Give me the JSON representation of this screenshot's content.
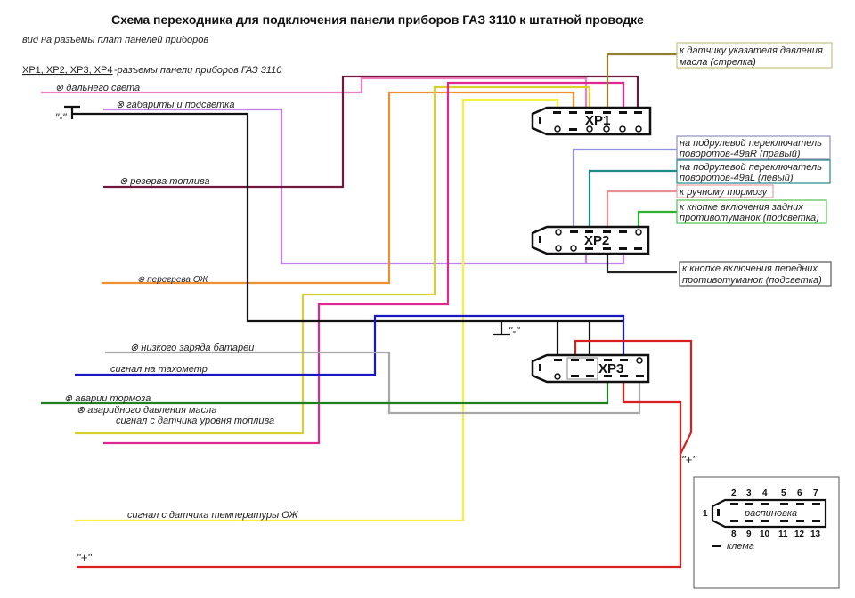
{
  "title": "Схема переходника для подключения панели приборов ГАЗ 3110 к штатной проводке",
  "subtitle": "вид на разъемы плат панелей приборов",
  "legend_line": {
    "connectors": "XP1, XP2, XP3, XP4",
    "text": "-разъемы панели приборов ГАЗ 3110"
  },
  "ground_label": "\"-\"",
  "plus_label": "\"+\"",
  "connectors": {
    "xp1": "XP1",
    "xp2": "XP2",
    "xp3": "XP3"
  },
  "left_labels": [
    {
      "id": "high-beam",
      "text": "⊗ дальнего света",
      "color": "#f080c0"
    },
    {
      "id": "parking-lights",
      "text": "⊗ габариты и подсветка",
      "color": "#c080f0"
    },
    {
      "id": "fuel-reserve",
      "text": "⊗ резерва топлива",
      "color": "#701840"
    },
    {
      "id": "coolant-overheat",
      "text": "⊗ перегрева ОЖ",
      "color": "#f09030"
    },
    {
      "id": "low-battery",
      "text": "⊗ низкого заряда батареи",
      "color": "#a8a8a8"
    },
    {
      "id": "tachometer",
      "text": "сигнал на тахометр",
      "color": "#1818c0"
    },
    {
      "id": "brake-fault",
      "text": "⊗ аварии тормоза",
      "color": "#208020"
    },
    {
      "id": "oil-pressure-fault",
      "text": "⊗ аварийного давления масла",
      "color": "#d8d030"
    },
    {
      "id": "fuel-level",
      "text": "сигнал с датчика уровня топлива",
      "color": "#e02890"
    },
    {
      "id": "coolant-temp",
      "text": "сигнал с датчика температуры ОЖ",
      "color": "#f8f040"
    }
  ],
  "right_labels": [
    {
      "id": "oil-pressure-gauge",
      "lines": [
        "к датчику указателя давления",
        "масла (стрелка)"
      ],
      "color": "#908030"
    },
    {
      "id": "turn-right",
      "lines": [
        "на подрулевой переключатель",
        "поворотов-49aR (правый)"
      ],
      "color": "#9090e0"
    },
    {
      "id": "turn-left",
      "lines": [
        "на подрулевой переключатель",
        "поворотов-49aL (левый)"
      ],
      "color": "#208888"
    },
    {
      "id": "handbrake",
      "lines": [
        "к ручному тормозу"
      ],
      "color": "#e89090"
    },
    {
      "id": "rear-fog",
      "lines": [
        "к кнопке включения задних",
        "противотуманок (подсветка)"
      ],
      "color": "#30b030"
    },
    {
      "id": "front-fog",
      "lines": [
        "к кнопке включения передних",
        "противотуманок (подсветка)"
      ],
      "color": "#222222"
    }
  ],
  "pinout": {
    "title": "распиновка",
    "top_pins": [
      "2",
      "3",
      "4",
      "5",
      "6",
      "7"
    ],
    "bottom_pins": [
      "8",
      "9",
      "10",
      "11",
      "12",
      "13"
    ],
    "left_pin": "1",
    "terminal_label": "клема"
  }
}
